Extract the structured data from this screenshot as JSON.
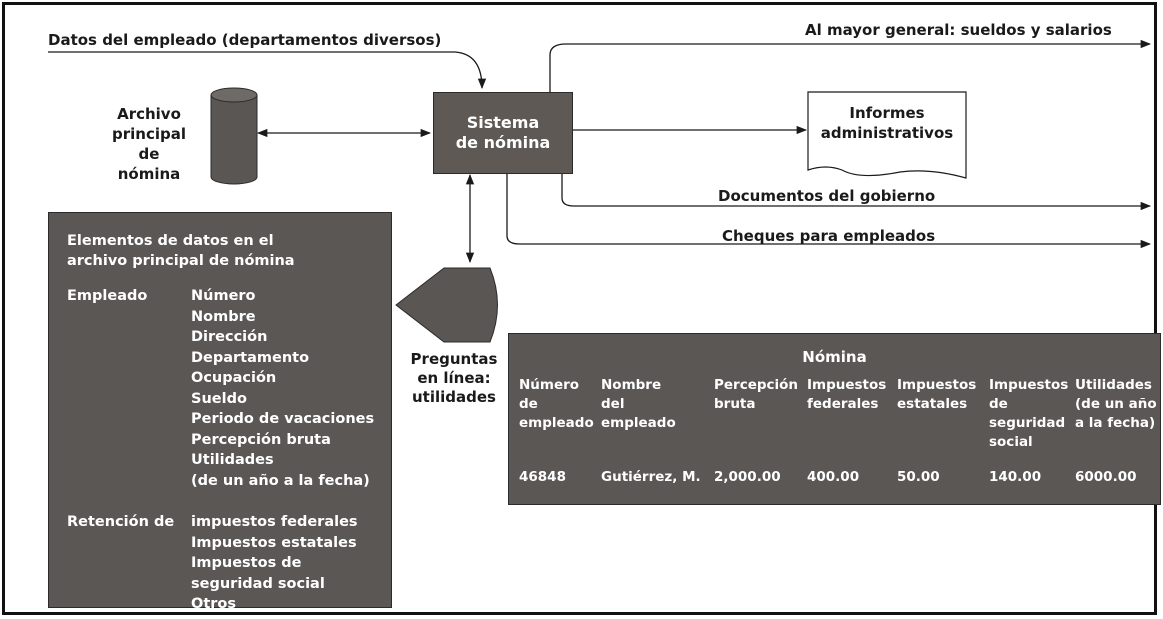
{
  "flows": {
    "input_label": "Datos del empleado (departamentos diversos)",
    "ledger_label": "Al mayor general: sueldos y salarios",
    "government_label": "Documentos del gobierno",
    "checks_label": "Cheques para empleados"
  },
  "master_file": {
    "label": "Archivo\nprincipal de\nnómina"
  },
  "system": {
    "label": "Sistema\nde nómina"
  },
  "reports": {
    "label": "Informes\nadministrativos"
  },
  "queries": {
    "label": "Preguntas\nen línea:\nutilidades"
  },
  "data_elements": {
    "title": "Elementos de datos en el\narchivo principal de nómina",
    "groups": [
      {
        "category": "Empleado",
        "items": [
          "Número",
          "Nombre",
          "Dirección",
          "Departamento",
          "Ocupación",
          "Sueldo",
          "Periodo de vacaciones",
          "Percepción bruta",
          "Utilidades",
          "(de un año a la fecha)"
        ]
      },
      {
        "category": "Retención de",
        "items": [
          "impuestos federales",
          "Impuestos estatales",
          "Impuestos de",
          "seguridad social",
          "Otros"
        ]
      }
    ]
  },
  "payroll": {
    "title": "Nómina",
    "columns": [
      "Número\nde\nempleado",
      "Nombre\ndel\nempleado",
      "Percepción\nbruta",
      "Impuestos\nfederales",
      "Impuestos\nestatales",
      "Impuestos\nde\nseguridad\nsocial",
      "Utilidades\n(de un año\na la fecha)"
    ],
    "row": [
      "46848",
      "Gutiérrez, M.",
      "2,000.00",
      "400.00",
      "50.00",
      "140.00",
      "6000.00"
    ]
  }
}
